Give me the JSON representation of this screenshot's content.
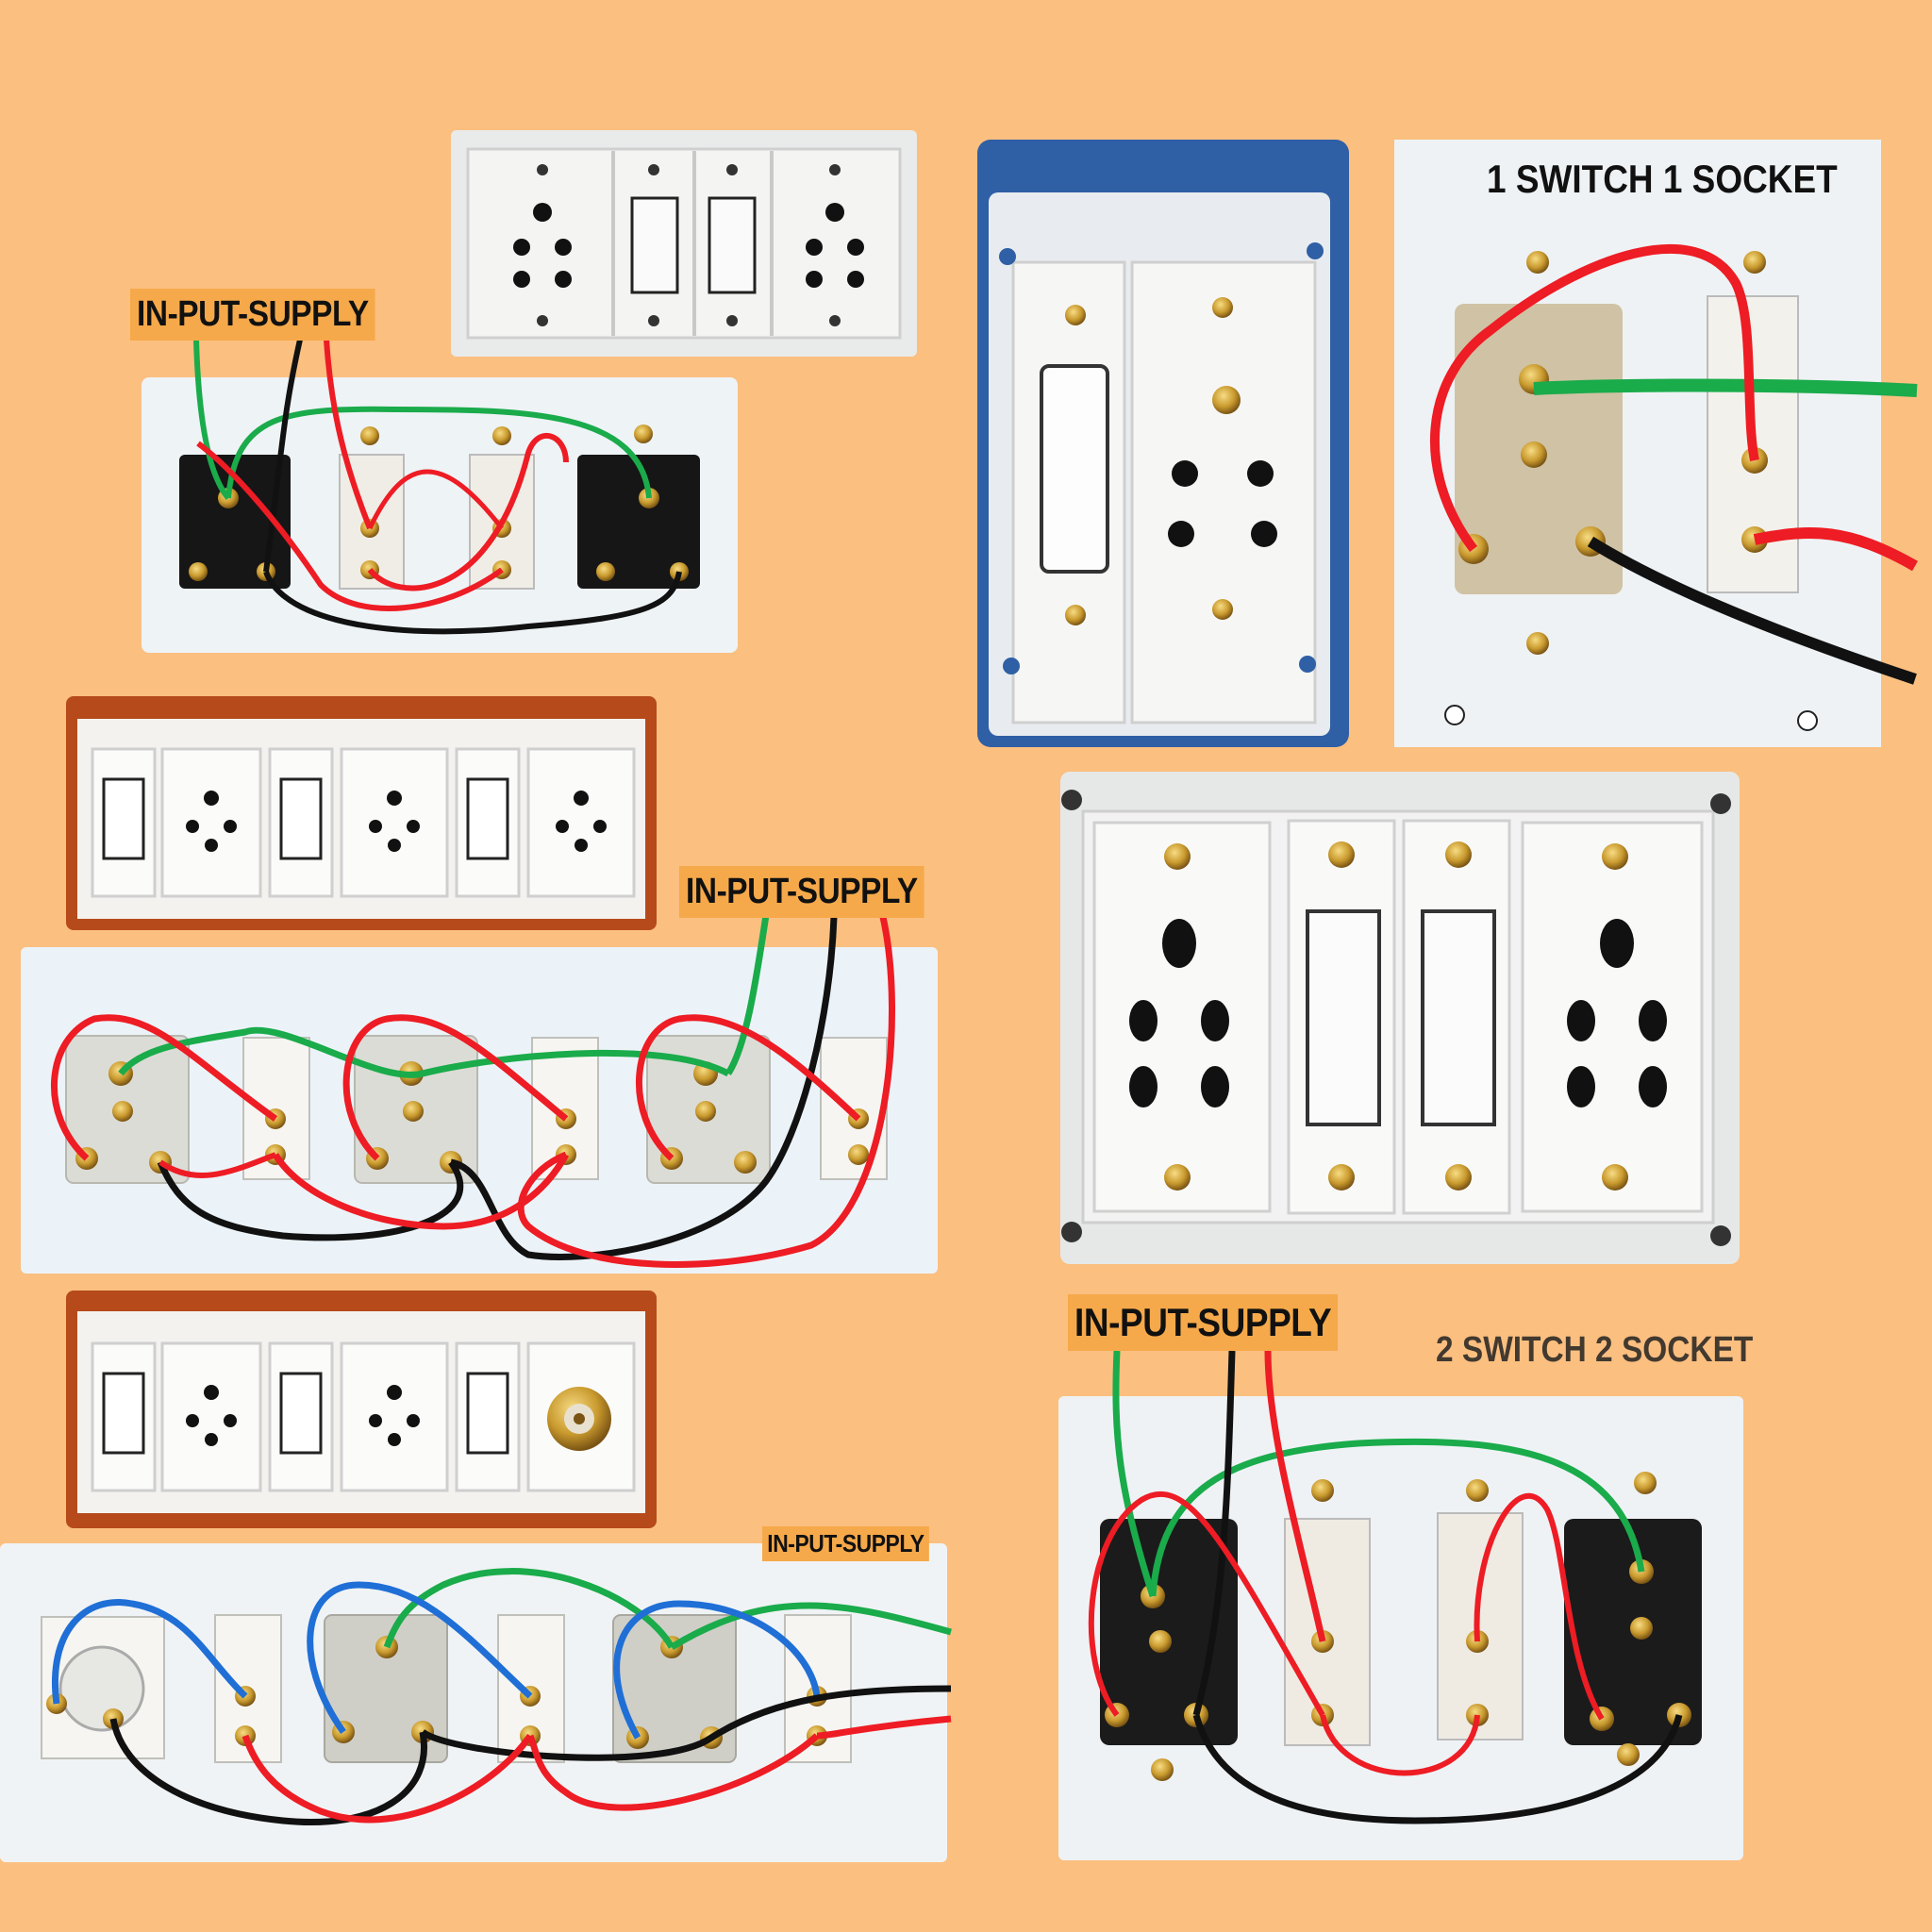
{
  "labels": {
    "top_left_supply": "IN-PUT-SUPPLY",
    "middle_left_supply": "IN-PUT-SUPPLY",
    "bottom_left_supply": "IN-PUT-SUPPLY",
    "bottom_right_supply": "IN-PUT-SUPPLY",
    "one_switch_socket_title": "1 SWITCH 1 SOCKET",
    "two_switch_socket_title": "2 SWITCH 2 SOCKET"
  },
  "colors": {
    "background": "#fbbf80",
    "wire_red": "#ee1c24",
    "wire_green": "#1aab4b",
    "wire_black": "#111111",
    "wire_blue": "#1f6fd6",
    "board_wood": "#b64a1a",
    "box_blue": "#2f5fa5",
    "brass": "#c99a2e"
  }
}
